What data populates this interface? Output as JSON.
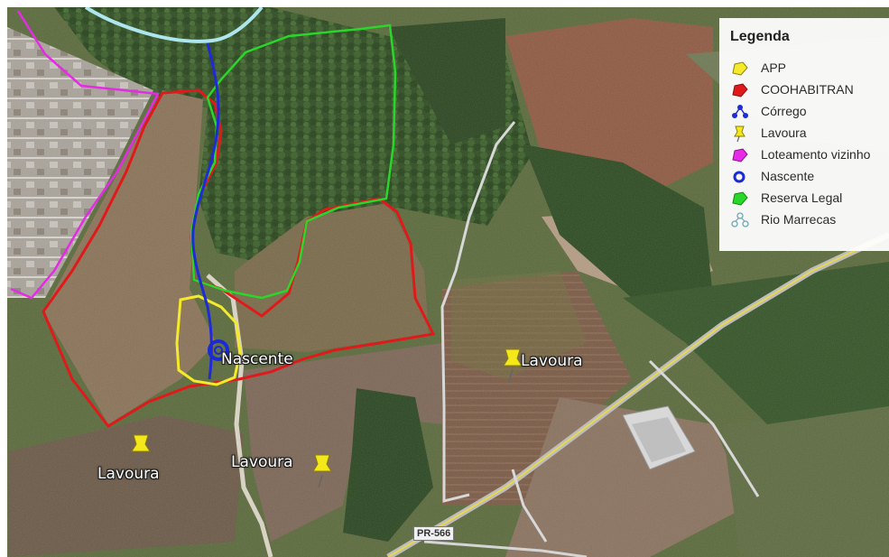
{
  "legend": {
    "title": "Legenda",
    "items": [
      {
        "label": "APP",
        "icon": "polygon-icon",
        "color": "#f4ea2a"
      },
      {
        "label": "COOHABITRAN",
        "icon": "polygon-icon",
        "color": "#e01a1a"
      },
      {
        "label": "Córrego",
        "icon": "stream-icon",
        "color": "#1e2bd6"
      },
      {
        "label": "Lavoura",
        "icon": "pushpin-icon",
        "color": "#f4e81a"
      },
      {
        "label": "Loteamento vizinho",
        "icon": "polygon-icon",
        "color": "#e62be6"
      },
      {
        "label": "Nascente",
        "icon": "circle-marker-icon",
        "color": "#1a2ad4"
      },
      {
        "label": "Reserva Legal",
        "icon": "polygon-icon",
        "color": "#2ad62a"
      },
      {
        "label": "Rio Marrecas",
        "icon": "river-icon",
        "color": "#aee6ee"
      }
    ]
  },
  "map_labels": {
    "nascente": "Nascente",
    "lavoura_1": "Lavoura",
    "lavoura_2": "Lavoura",
    "lavoura_3": "Lavoura"
  },
  "road_label": "PR-566",
  "colors": {
    "app": "#f4ea2a",
    "coohabitran": "#e01a1a",
    "corrego": "#1e2bd6",
    "loteamento": "#e62be6",
    "reserva_legal": "#2ad62a",
    "rio_marrecas": "#aee6ee",
    "pushpin": "#f4e81a"
  }
}
